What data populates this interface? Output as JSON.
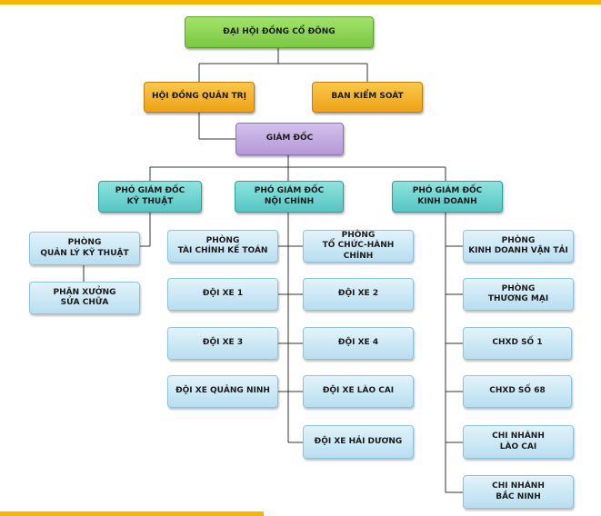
{
  "colors": {
    "accent_bar": "#f6b500",
    "connector": "#333333"
  },
  "nodes": {
    "shareholders": "ĐẠI HỘI ĐỒNG CỔ ĐÔNG",
    "board": "HỘI ĐỒNG QUẢN TRỊ",
    "supervisory": "BAN KIỂM SOÁT",
    "director": "GIÁM ĐỐC",
    "vp_technical": "PHÓ GIÁM ĐỐC\nKỸ THUẬT",
    "vp_internal": "PHÓ GIÁM ĐỐC\nNỘI CHÍNH",
    "vp_business": "PHÓ GIÁM ĐỐC\nKINH DOANH",
    "tech_dept": "PHÒNG\nQUẢN LÝ KỸ THUẬT",
    "repair_workshop": "PHÂN XƯỞNG\nSỬA CHỮA",
    "finance_dept": "PHÒNG\nTÀI CHÍNH KẾ TOÁN",
    "hr_dept": "PHÒNG\nTỔ CHỨC-HÀNH CHÍNH",
    "fleet_1": "ĐỘI XE 1",
    "fleet_2": "ĐỘI XE 2",
    "fleet_3": "ĐỘI XE 3",
    "fleet_4": "ĐỘI XE 4",
    "fleet_quang_ninh": "ĐỘI XE QUẢNG NINH",
    "fleet_lao_cai": "ĐỘI XE LÀO CAI",
    "fleet_hai_duong": "ĐỘI XE HẢI DƯƠNG",
    "transport_dept": "PHÒNG\nKINH DOANH VẬN TẢI",
    "trade_dept": "PHÒNG\nTHƯƠNG MẠI",
    "chxd_1": "CHXD  SỐ 1",
    "chxd_68": "CHXD  SỐ 68",
    "branch_lao_cai": "CHI NHÁNH\nLÀO CAI",
    "branch_bac_ninh": "CHI NHÁNH\nBẮC NINH"
  }
}
